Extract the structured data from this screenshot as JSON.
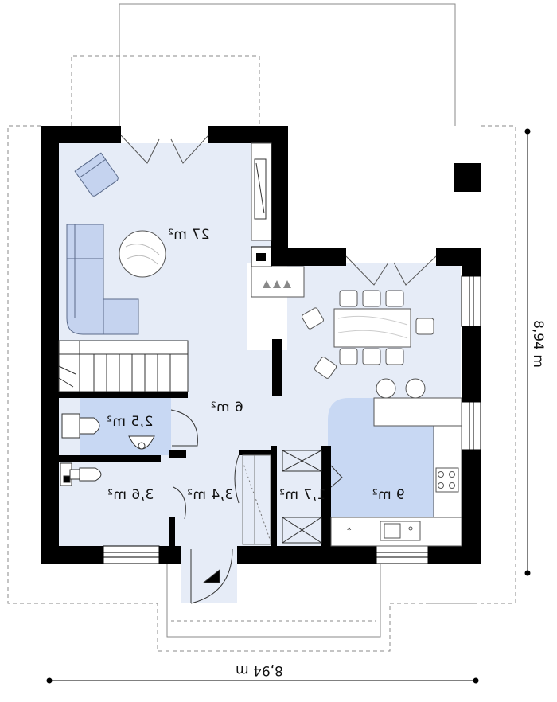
{
  "rooms": [
    {
      "id": "living",
      "area": "27 m²"
    },
    {
      "id": "hall",
      "area": "6 m²"
    },
    {
      "id": "wc",
      "area": "2,5 m²"
    },
    {
      "id": "bath",
      "area": "3,6 m²"
    },
    {
      "id": "vestibule",
      "area": "3,4 m²"
    },
    {
      "id": "storage",
      "area": "1,7 m²"
    },
    {
      "id": "kitchen",
      "area": "9 m²"
    }
  ],
  "dimensions": {
    "width": "8,94 m",
    "depth": "8,94 m"
  },
  "colors": {
    "wall": "#000000",
    "floor": "#e6ecf7",
    "furniture": "#c5d3ef",
    "tile": "#c8d8f3",
    "line": "#8a8a8a"
  }
}
